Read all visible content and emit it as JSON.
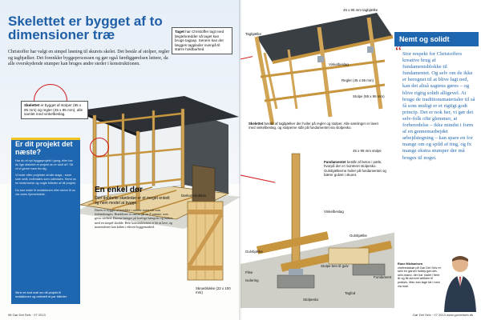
{
  "left": {
    "title": "Skelettet er bygget af to dimensioner træ",
    "intro": "Christoffer har valgt en simpel løsning til skurets skelet. Det består af stolper, regler og tagbjælker. Det forenkler byggeprocessen og gør også færdiggørelsen lettere, da alle overskydende stumper kan bruges andre steder i konstruktionen.",
    "callout_top": {
      "bold": "Taget",
      "text": "har Christoffer lagt med lægtebrædder så taget kan bruge tagpap. Senere kan der lægges tagplader ovenpå til større holdbarhed."
    },
    "callout_skelet": {
      "bold": "Skelettet",
      "text": "er bygget af stolper (95 x 95 mm) og regler (45 x 95 mm), alle samlet med vinkelbeslag."
    },
    "sidebar": {
      "heading": "Er dit projekt det næste?",
      "p1": "Har du et nyt byggeprojekt i gang, eller har du lige afsluttet et projekt du er stolt af? Så vil vi gerne høre fra dig.",
      "p2": "Vi leder efter projekter af alle slags - store som små, indendørs som udendørs. Send os en beskrivelse og nogle billeder af dit projekt.",
      "p3": "Du kan maile til redaktionen eller skrive til os via vores hjemmeside.",
      "footer": "Skriv en kort mail om dit projekt til redaktionen og vedhæft et par billeder."
    },
    "door_box": {
      "heading": "En enkel dør",
      "lead": "Den dobbelte skødedør er et meget enkelt og nem model at bygge.",
      "body": "Døren er bygget af brædder i samme materiale som beklædningen. Brædderne er samlet på en Z-ramme, som giver stivhed. Dørene hænger på kraftige hængsler og lukkes med en simpel skodde. Hele konstruktionen er let at lave, og materialerne kan købes i ethvert byggemarked."
    },
    "door_labels": {
      "label1": "Dørkonstruktion",
      "label2": "Skrueblokke (22 x 100 mm)"
    },
    "folio": "98   Gør Det Selv  ·  07 2013"
  },
  "right": {
    "labels": {
      "tagbjaelke_top": "45 x 95 mm tagbjælke",
      "tagbjaelke": "Tagbjælke",
      "vinkelbeslag": "Vinkelbeslag",
      "regler": "Regler (45 x 95 mm)",
      "stolpe": "Stolpe (95 x 95 mm)",
      "stolpe_bottom": "45 x 95 mm stolpe",
      "vinkelbeslag2": "Vinkelbeslag",
      "stolpesko": "Stolpesko",
      "fundament": "Fundament",
      "flise": "Flise",
      "isolering": "Isolering",
      "gulvbjaelke": "Gulvbjælke",
      "gulvbjaelke2": "Gulvbjælke",
      "stolpeben": "Stolpe ben til gulv",
      "tagfod": "Tagfod"
    },
    "note_top": {
      "bold": "Skelettet",
      "text": "består af tagbjælker der hviler på regler og stolper. Alle samlinger er lavet med vinkelbeslag, og stolperne står på fundamentet via stolpesko."
    },
    "note_mid": {
      "bold": "Fundamentet",
      "text": "består af beton i pæle, hvorpå der er monteret stolpesko. Gulvbjælkerne hviler på fundamentet og bærer gulvet i skuret."
    },
    "sidebar_head": "Nemt og solidt",
    "quote": "Stor respekt for Christoffers kreative brug af fundamentsblokke til fundamentet. Og selv om de ikke er beregnet til at blive lagt ned, kan det altså sagtens gøres – og blive rigtig solidt alligevel. At bruge de traditionsmaterialer til så få som muligt er et rigtigt godt princip. Det er nok her, vi gør det selv-folk ofte glemmer, at forberedelse – ikke mindst i form af en gennemarbejdet arbejdstegning – kan spare en for mange om og spild af ting, og fx mange ekstra stumper der må bruges til noget.",
    "bio_name": "Rune Michaelsen",
    "bio_text": "chefredaktør på Gør Det Selv er selv en garvet hobby-gør-det-selv-mand, der har malet i flere år og fik skrevet artiklen til praksis. Man kan tage fat i ham via mail.",
    "folio": "Gør Det Selv  ·  07 2013          www.gordetselv.dk"
  }
}
